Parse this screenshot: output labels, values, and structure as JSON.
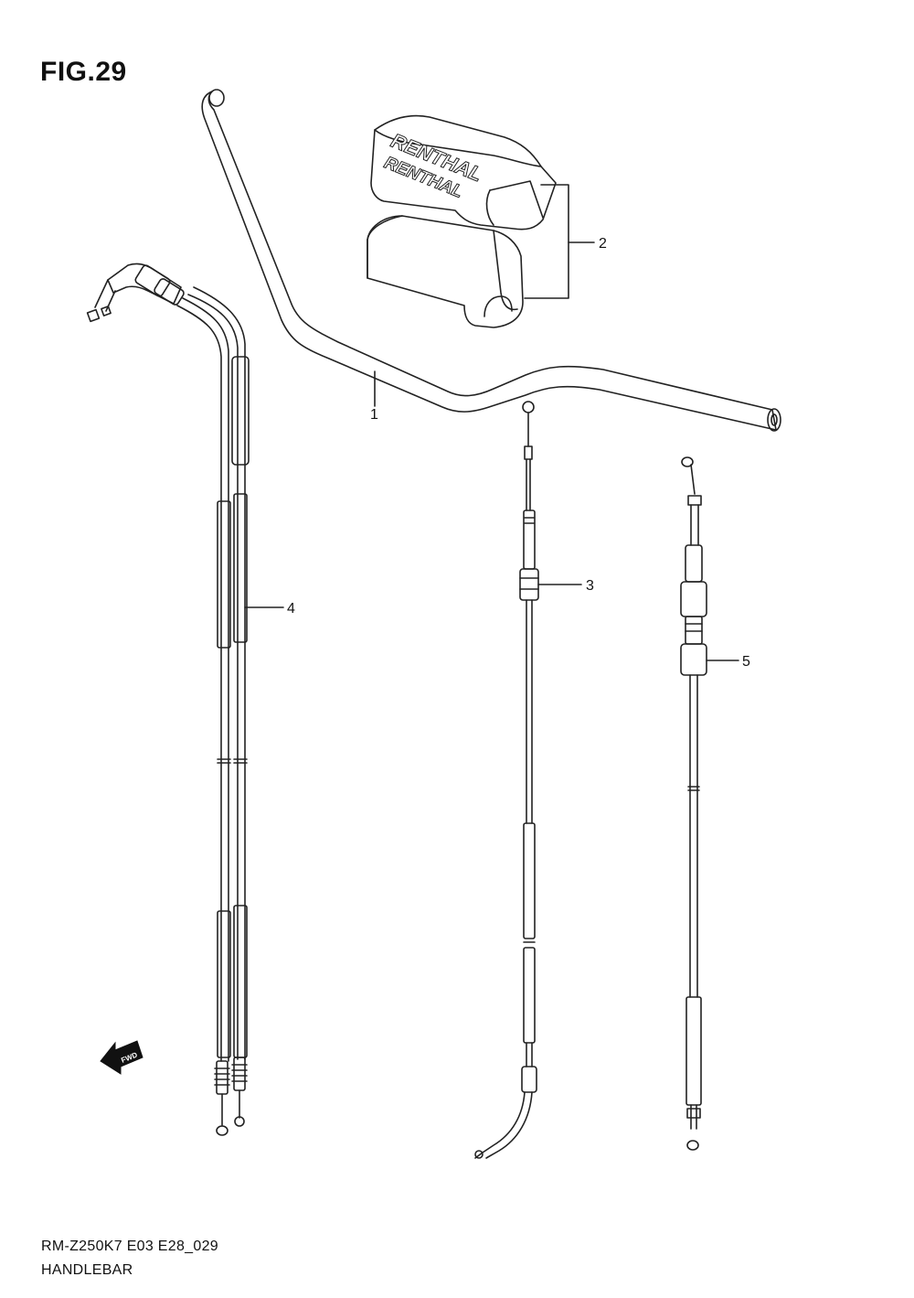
{
  "figure": {
    "title": "FIG.29",
    "model_code": "RM-Z250K7 E03 E28_029",
    "caption": "HANDLEBAR"
  },
  "parts": [
    {
      "ref": "1"
    },
    {
      "ref": "2"
    },
    {
      "ref": "3"
    },
    {
      "ref": "4"
    },
    {
      "ref": "5"
    }
  ],
  "pad_branding": [
    "RENTHAL",
    "RENTHAL"
  ],
  "fwd_label": "FWD"
}
